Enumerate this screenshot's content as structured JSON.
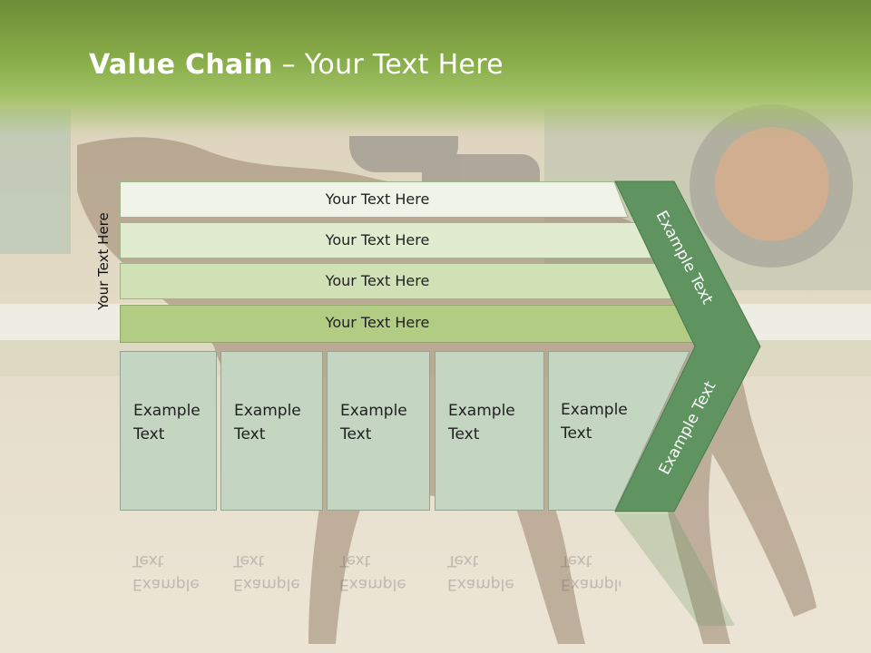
{
  "header": {
    "title_bold": "Value Chain",
    "title_rest": " – Your Text Here"
  },
  "side_label": "Your Text Here",
  "banners": [
    {
      "label": "Your Text Here",
      "color": "#f0f4e8"
    },
    {
      "label": "Your Text Here",
      "color": "#e0ebd0"
    },
    {
      "label": "Your Text Here",
      "color": "#d0e2b5"
    },
    {
      "label": "Your Text Here",
      "color": "#b2cc84"
    }
  ],
  "columns": [
    {
      "line1": "Example",
      "line2": "Text"
    },
    {
      "line1": "Example",
      "line2": "Text"
    },
    {
      "line1": "Example",
      "line2": "Text"
    },
    {
      "line1": "Example",
      "line2": "Text"
    },
    {
      "line1": "Example",
      "line2": "Text"
    }
  ],
  "chevron": {
    "top_label": "Example Text",
    "bottom_label": "Example Text",
    "color": "#5f9460"
  },
  "colors": {
    "header_green": "#7ea043",
    "box_fill": "#c4d6c2",
    "chevron_green": "#5f9460"
  }
}
